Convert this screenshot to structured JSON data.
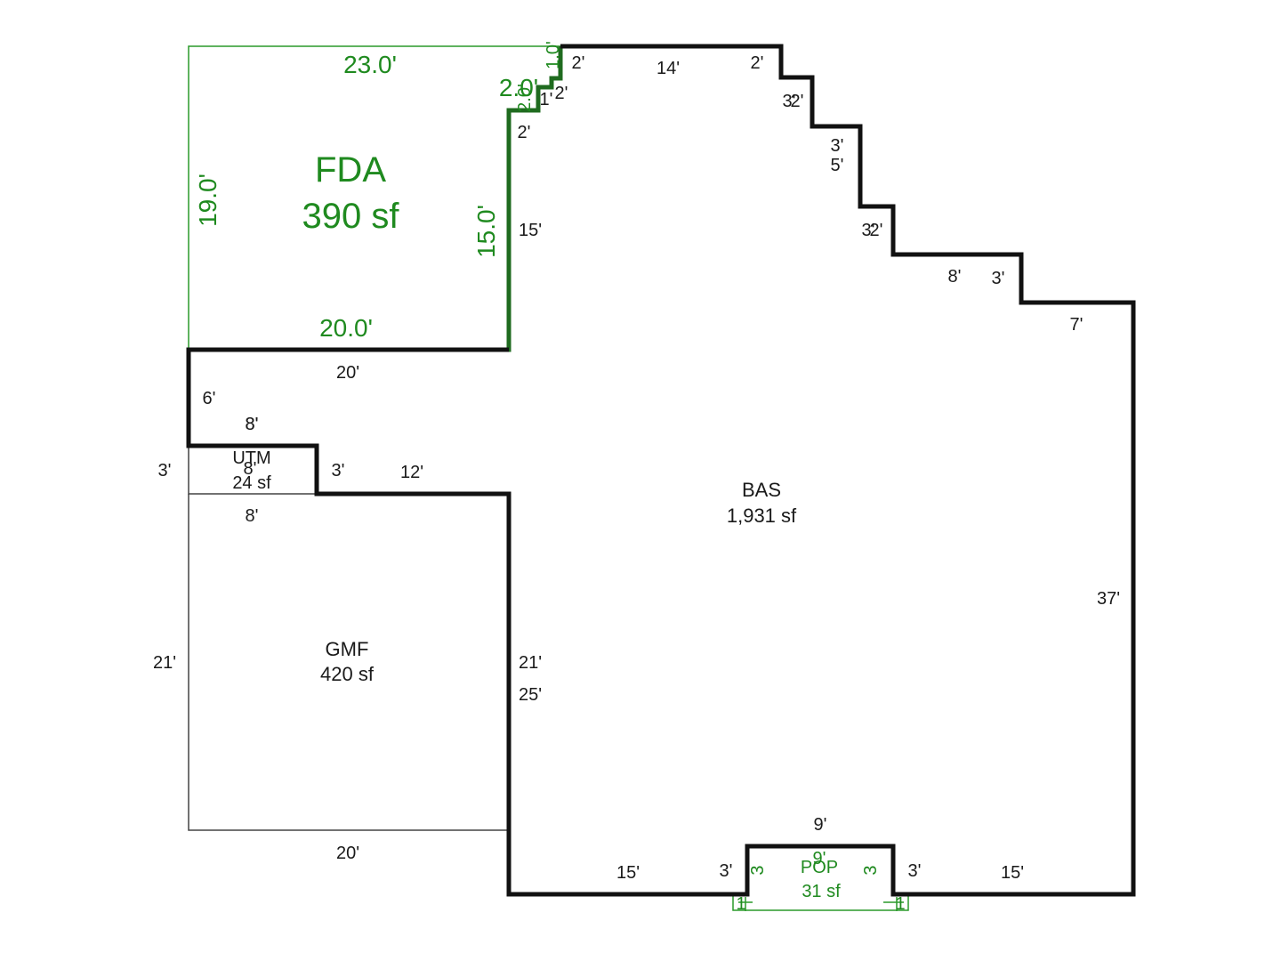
{
  "areas": {
    "fda": {
      "code": "FDA",
      "size": "390 sf"
    },
    "bas": {
      "code": "BAS",
      "size": "1,931 sf"
    },
    "utm": {
      "code": "UTM",
      "size": "24 sf"
    },
    "gmf": {
      "code": "GMF",
      "size": "420 sf"
    },
    "pop": {
      "code": "POP",
      "size": "31 sf"
    }
  },
  "fda_dimensions": {
    "top": "23.0'",
    "left": "19.0'",
    "right": "15.0'",
    "bottom": "20.0'",
    "step_a": "2.0'",
    "step_b": "1.0'",
    "step_c": "2.0'"
  },
  "bas_dimensions": {
    "top_step_2a": "2'",
    "top_14": "14'",
    "top_step_2b": "2'",
    "step_2c": "2'",
    "step_1": "1'",
    "step_2d": "2'",
    "left_15": "15'",
    "right_3a": "3'",
    "right_2a": "2'",
    "right_3b": "3'",
    "right_5": "5'",
    "right_3c": "3'",
    "right_2b": "2'",
    "right_8": "8'",
    "right_3d": "3'",
    "right_7": "7'",
    "right_37": "37'",
    "mid_20": "20'",
    "mid_6": "6'",
    "mid_8": "8'",
    "mid_3": "3'",
    "mid_12": "12'",
    "mid_21": "21'",
    "mid_25": "25'",
    "bottom_15a": "15'",
    "bottom_3a": "3'",
    "bottom_9": "9'",
    "bottom_3b": "3'",
    "bottom_15b": "15'"
  },
  "utm_dimensions": {
    "left": "3'",
    "top": "8'",
    "inner": "8'",
    "bottom": "8'"
  },
  "gmf_dimensions": {
    "left": "21'",
    "bottom": "20'"
  },
  "pop_dimensions": {
    "left": "3",
    "right": "3",
    "top": "9'",
    "tick_left": "1",
    "tick_right": "1"
  }
}
